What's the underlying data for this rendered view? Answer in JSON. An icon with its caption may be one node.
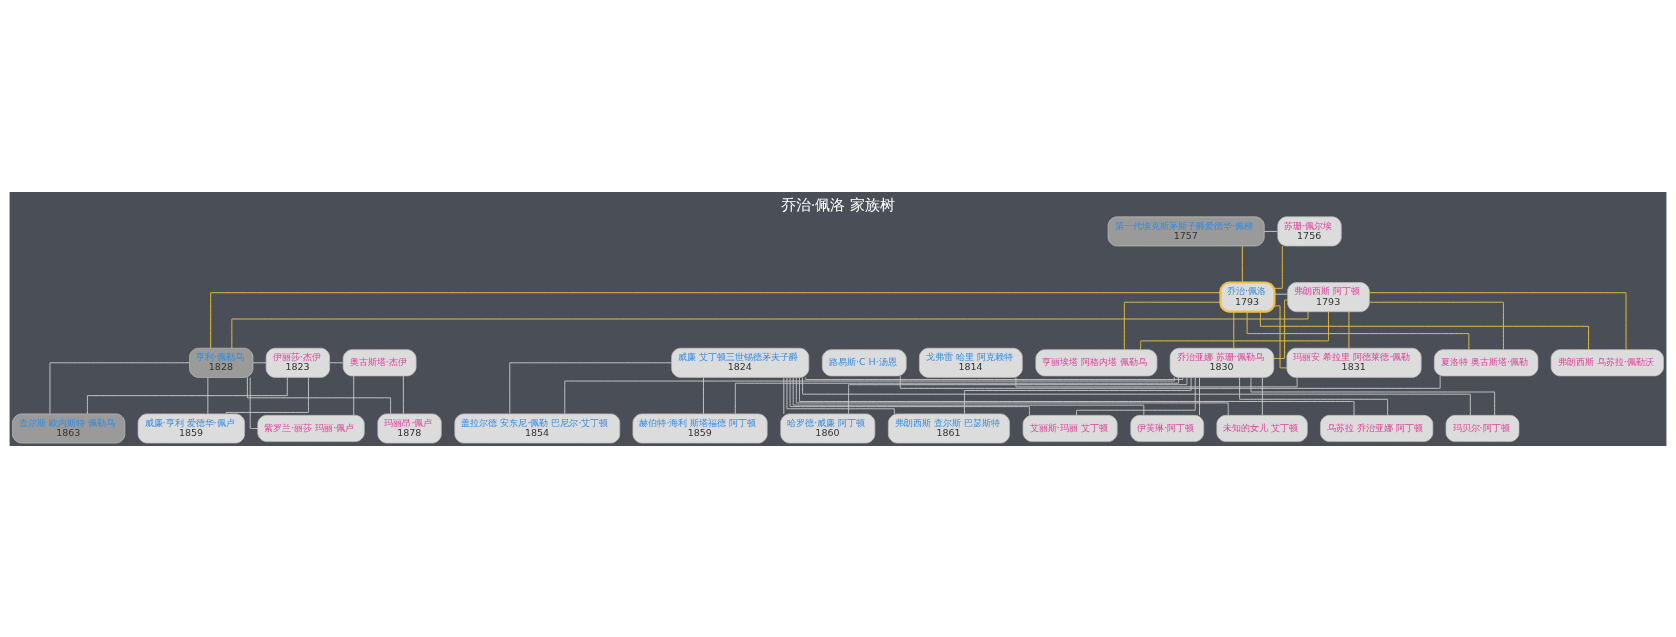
{
  "diagram": {
    "title": "乔治·佩洛 家族树",
    "nodes": [
      {
        "text": [
          "第一代埃克斯茅斯子爵爱德华·佩柳",
          "1757"
        ]
      },
      {
        "text": [
          "苏珊·佩尔埃",
          "1756"
        ]
      },
      {
        "text": [
          "乔治·佩洛",
          "1793"
        ]
      },
      {
        "text": [
          "弗朗西斯 阿丁顿",
          "1793"
        ]
      },
      {
        "text": [
          "亨利·佩勒乌",
          "1828"
        ]
      },
      {
        "text": [
          "伊丽莎·杰伊",
          "1823"
        ]
      },
      {
        "text": [
          "奥古斯塔·杰伊"
        ]
      },
      {
        "text": [
          "威廉 艾丁顿三世锡德茅夫子爵",
          "1824"
        ]
      },
      {
        "text": [
          "乔治亚娜 苏珊·佩勒乌",
          "1830"
        ]
      },
      {
        "text": [
          "戈弗雷 哈里 阿克赖特",
          "1814"
        ]
      },
      {
        "text": [
          "玛丽安 希拉里 阿德莱德·佩勒",
          "1831"
        ]
      },
      {
        "text": [
          "路易斯·C H·汤恩"
        ]
      },
      {
        "text": [
          "夏洛特 奥古斯塔·佩勒"
        ]
      },
      {
        "text": [
          "弗朗西斯 乌苏拉·佩勒沃"
        ]
      },
      {
        "text": [
          "亨丽埃塔 阿格内塔 佩勒乌"
        ]
      },
      {
        "text": [
          "威廉·亨利 爱德华·佩卢",
          "1859"
        ]
      },
      {
        "text": [
          "查尔斯 欧内斯特 佩勒乌",
          "1863"
        ]
      },
      {
        "text": [
          "玛丽昂·佩卢",
          "1878"
        ]
      },
      {
        "text": [
          "紫罗兰·丽莎 玛丽·佩卢"
        ]
      },
      {
        "text": [
          "盖拉尔德 安东尼·佩勒 巴尼尔·艾丁顿",
          "1854"
        ]
      },
      {
        "text": [
          "赫伯特·海利 斯塔福德 阿丁顿",
          "1859"
        ]
      },
      {
        "text": [
          "哈罗德·威廉 阿丁顿",
          "1860"
        ]
      },
      {
        "text": [
          "弗朗西斯 查尔斯 巴瑟斯特",
          "1861"
        ]
      },
      {
        "text": [
          "艾丽斯·玛丽 艾丁顿"
        ]
      },
      {
        "text": [
          "伊芙琳·阿丁顿"
        ]
      },
      {
        "text": [
          "未知的女儿 艾丁顿"
        ]
      },
      {
        "text": [
          "乌苏拉 乔治亚娜 阿丁顿"
        ]
      },
      {
        "text": [
          "玛贝尔·阿丁顿"
        ]
      }
    ],
    "edges": [
      {
        "from": 0,
        "to": 1,
        "arrow": "none"
      },
      {
        "from": 0,
        "to": 2,
        "arrow": "none",
        "color": "#f0c040"
      },
      {
        "from": 1,
        "to": 2,
        "arrow": "none",
        "color": "#f0c040"
      },
      {
        "from": 2,
        "to": 3,
        "arrow": "none"
      },
      {
        "from": 2,
        "to": 4,
        "arrow": "none",
        "color": "#f0c040"
      },
      {
        "from": 3,
        "to": 4,
        "arrow": "none",
        "color": "#f0c040"
      },
      {
        "from": 2,
        "to": 8,
        "arrow": "none",
        "color": "#f0c040"
      },
      {
        "from": 3,
        "to": 8,
        "arrow": "none",
        "color": "#f0c040"
      },
      {
        "from": 2,
        "to": 10,
        "arrow": "none",
        "color": "#f0c040"
      },
      {
        "from": 3,
        "to": 10,
        "arrow": "none",
        "color": "#f0c040"
      },
      {
        "from": 2,
        "to": 12,
        "arrow": "none",
        "color": "#f0c040"
      },
      {
        "from": 3,
        "to": 12,
        "arrow": "none",
        "color": "#f0c040"
      },
      {
        "from": 2,
        "to": 13,
        "arrow": "none",
        "color": "#f0c040"
      },
      {
        "from": 3,
        "to": 13,
        "arrow": "none",
        "color": "#f0c040"
      },
      {
        "from": 2,
        "to": 14,
        "arrow": "none",
        "color": "#f0c040"
      },
      {
        "from": 3,
        "to": 14,
        "arrow": "none",
        "color": "#f0c040"
      },
      {
        "from": 4,
        "to": 5,
        "arrow": "none"
      },
      {
        "from": 5,
        "to": 6,
        "arrow": "none"
      },
      {
        "from": 7,
        "to": 8,
        "arrow": "none"
      },
      {
        "from": 9,
        "to": 10,
        "arrow": "none"
      },
      {
        "from": 11,
        "to": 12,
        "arrow": "none"
      },
      {
        "from": 4,
        "to": 15,
        "arrow": "none"
      },
      {
        "from": 5,
        "to": 15,
        "arrow": "none"
      },
      {
        "from": 4,
        "to": 16,
        "arrow": "none"
      },
      {
        "from": 5,
        "to": 16,
        "arrow": "none"
      },
      {
        "from": 4,
        "to": 17,
        "arrow": "none"
      },
      {
        "from": 6,
        "to": 17,
        "arrow": "none"
      },
      {
        "from": 4,
        "to": 18,
        "arrow": "none"
      },
      {
        "from": 6,
        "to": 18,
        "arrow": "none"
      },
      {
        "from": 7,
        "to": 19,
        "arrow": "none"
      },
      {
        "from": 8,
        "to": 19,
        "arrow": "none"
      },
      {
        "from": 7,
        "to": 20,
        "arrow": "none"
      },
      {
        "from": 8,
        "to": 20,
        "arrow": "none"
      },
      {
        "from": 7,
        "to": 21,
        "arrow": "none"
      },
      {
        "from": 8,
        "to": 21,
        "arrow": "none"
      },
      {
        "from": 7,
        "to": 22,
        "arrow": "none"
      },
      {
        "from": 8,
        "to": 22,
        "arrow": "none"
      },
      {
        "from": 7,
        "to": 23,
        "arrow": "none"
      },
      {
        "from": 8,
        "to": 23,
        "arrow": "none"
      },
      {
        "from": 7,
        "to": 24,
        "arrow": "none"
      },
      {
        "from": 8,
        "to": 24,
        "arrow": "none"
      },
      {
        "from": 7,
        "to": 25,
        "arrow": "none"
      },
      {
        "from": 8,
        "to": 25,
        "arrow": "none"
      },
      {
        "from": 7,
        "to": 26,
        "arrow": "none"
      },
      {
        "from": 8,
        "to": 26,
        "arrow": "none"
      },
      {
        "from": 7,
        "to": 27,
        "arrow": "none"
      },
      {
        "from": 8,
        "to": 27,
        "arrow": "none"
      }
    ]
  }
}
